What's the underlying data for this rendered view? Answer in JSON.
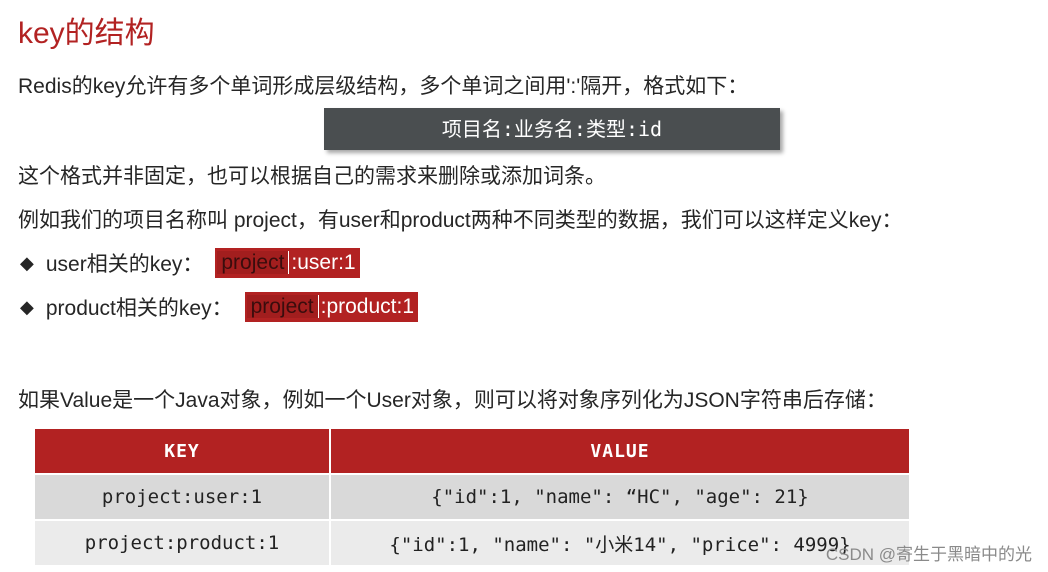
{
  "title": "key的结构",
  "intro": "Redis的key允许有多个单词形成层级结构，多个单词之间用':'隔开，格式如下：",
  "format_box": "项目名:业务名:类型:id",
  "note": "这个格式并非固定，也可以根据自己的需求来删除或添加词条。",
  "example_intro": "例如我们的项目名称叫 project，有user和product两种不同类型的数据，我们可以这样定义key：",
  "bullets": [
    {
      "label": "user相关的key：",
      "tag_project": "project",
      "tag_rest": ":user:1"
    },
    {
      "label": "product相关的key：",
      "tag_project": "project",
      "tag_rest": ":product:1"
    }
  ],
  "json_intro": "如果Value是一个Java对象，例如一个User对象，则可以将对象序列化为JSON字符串后存储：",
  "table": {
    "headers": [
      "KEY",
      "VALUE"
    ],
    "rows": [
      [
        "project:user:1",
        "{\"id\":1, \"name\": “HC\", \"age\": 21}"
      ],
      [
        "project:product:1",
        "{\"id\":1, \"name\": \"小米14\", \"price\": 4999}"
      ]
    ]
  },
  "watermark": "CSDN @寄生于黑暗中的光",
  "colors": {
    "accent": "#b22222",
    "format_box_bg": "#4a4e50",
    "row1_bg": "#d9d9d9",
    "row2_bg": "#ebebeb"
  },
  "icons": {
    "bullet": "diamond-bullet-icon"
  }
}
